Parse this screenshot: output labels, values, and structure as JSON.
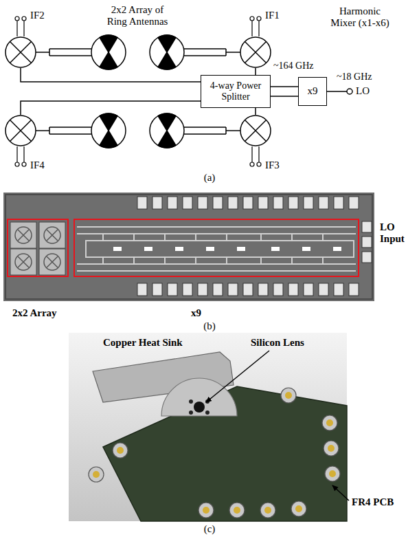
{
  "diagram": {
    "nodes": [
      {
        "text": [
          "IF2"
        ]
      },
      {
        "text": [
          "IF1"
        ]
      },
      {
        "text": [
          "4-way Power Splitter"
        ]
      },
      {
        "text": [
          "x9"
        ]
      },
      {
        "text": [
          "IF4"
        ]
      },
      {
        "text": [
          "IF3"
        ]
      },
      {
        "text": [
          "2x2 Array"
        ]
      },
      {
        "text": [
          "x9"
        ]
      }
    ],
    "edges": [
      {
        "from": 2,
        "to": 0,
        "arrow": "none"
      },
      {
        "from": 2,
        "to": 1,
        "arrow": "none"
      },
      {
        "from": 2,
        "to": 4,
        "arrow": "none"
      },
      {
        "from": 2,
        "to": 5,
        "arrow": "none"
      },
      {
        "from": 3,
        "to": 2,
        "arrow": "none"
      },
      {
        "from": 3,
        "to": 2,
        "arrow": "none"
      }
    ],
    "labels": [
      "2x2 Array of Ring Antennas",
      "Harmonic Mixer (x1-x6)",
      "~164 GHz",
      "~18 GHz",
      "LO",
      "(a)",
      "LO Input",
      "(b)",
      "Copper Heat Sink",
      "Silicon Lens",
      "FR4 PCB",
      "(c)"
    ]
  }
}
